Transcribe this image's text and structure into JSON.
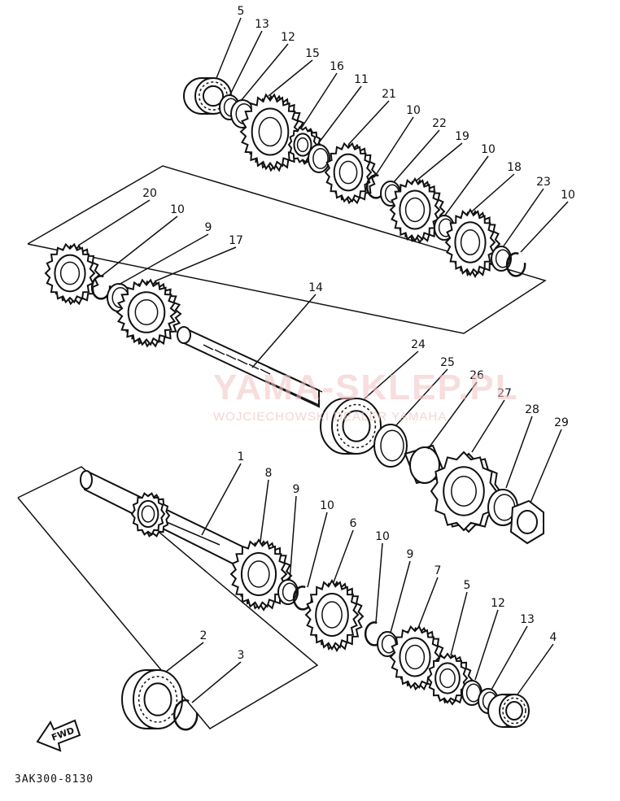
{
  "watermark": {
    "brand": "YAMA-SKLEP.PL",
    "tagline": "WOJCIECHOWSKI DEALER YAMAHA"
  },
  "diagram": {
    "ref_code": "3AK300-8130",
    "fwd_label": "FWD",
    "callouts": [
      {
        "label": "5"
      },
      {
        "label": "13"
      },
      {
        "label": "12"
      },
      {
        "label": "15"
      },
      {
        "label": "16"
      },
      {
        "label": "11"
      },
      {
        "label": "21"
      },
      {
        "label": "10"
      },
      {
        "label": "22"
      },
      {
        "label": "19"
      },
      {
        "label": "10"
      },
      {
        "label": "18"
      },
      {
        "label": "23"
      },
      {
        "label": "10"
      },
      {
        "label": "20"
      },
      {
        "label": "10"
      },
      {
        "label": "9"
      },
      {
        "label": "17"
      },
      {
        "label": "14"
      },
      {
        "label": "24"
      },
      {
        "label": "25"
      },
      {
        "label": "26"
      },
      {
        "label": "27"
      },
      {
        "label": "28"
      },
      {
        "label": "29"
      },
      {
        "label": "1"
      },
      {
        "label": "8"
      },
      {
        "label": "9"
      },
      {
        "label": "10"
      },
      {
        "label": "6"
      },
      {
        "label": "10"
      },
      {
        "label": "9"
      },
      {
        "label": "7"
      },
      {
        "label": "5"
      },
      {
        "label": "12"
      },
      {
        "label": "13"
      },
      {
        "label": "4"
      },
      {
        "label": "2"
      },
      {
        "label": "3"
      }
    ]
  },
  "colors": {
    "line": "#111111",
    "watermark": "#e9a3a3"
  }
}
